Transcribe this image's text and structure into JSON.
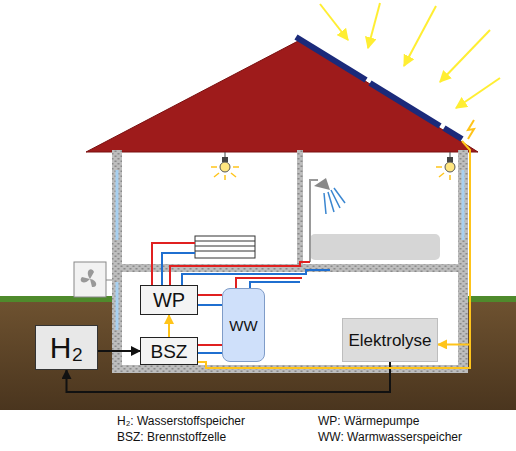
{
  "diagram": {
    "nodes": [
      {
        "text": [
          "WP"
        ]
      },
      {
        "text": [
          "WW"
        ]
      },
      {
        "text": [
          "Elektrolyse"
        ]
      },
      {
        "text": [
          "H₂"
        ]
      },
      {
        "text": [
          "BSZ"
        ]
      }
    ],
    "edges": [
      {
        "from": 4,
        "to": 0,
        "arrow": "to"
      },
      {
        "from": 3,
        "to": 4,
        "arrow": "to"
      },
      {
        "from": 2,
        "to": 3,
        "arrow": "to"
      },
      {
        "from": 4,
        "to": 2,
        "arrow": "to"
      },
      {
        "from": 4,
        "to": 1,
        "arrow": "none"
      },
      {
        "from": 0,
        "to": 1,
        "arrow": "none"
      }
    ],
    "legend": [
      {
        "text": "H₂: Wasserstoffspeicher"
      },
      {
        "text": "WP: Wärmepumpe"
      },
      {
        "text": "BSZ: Brennstoffzelle"
      },
      {
        "text": "WW: Warmwasserspeicher"
      }
    ]
  }
}
